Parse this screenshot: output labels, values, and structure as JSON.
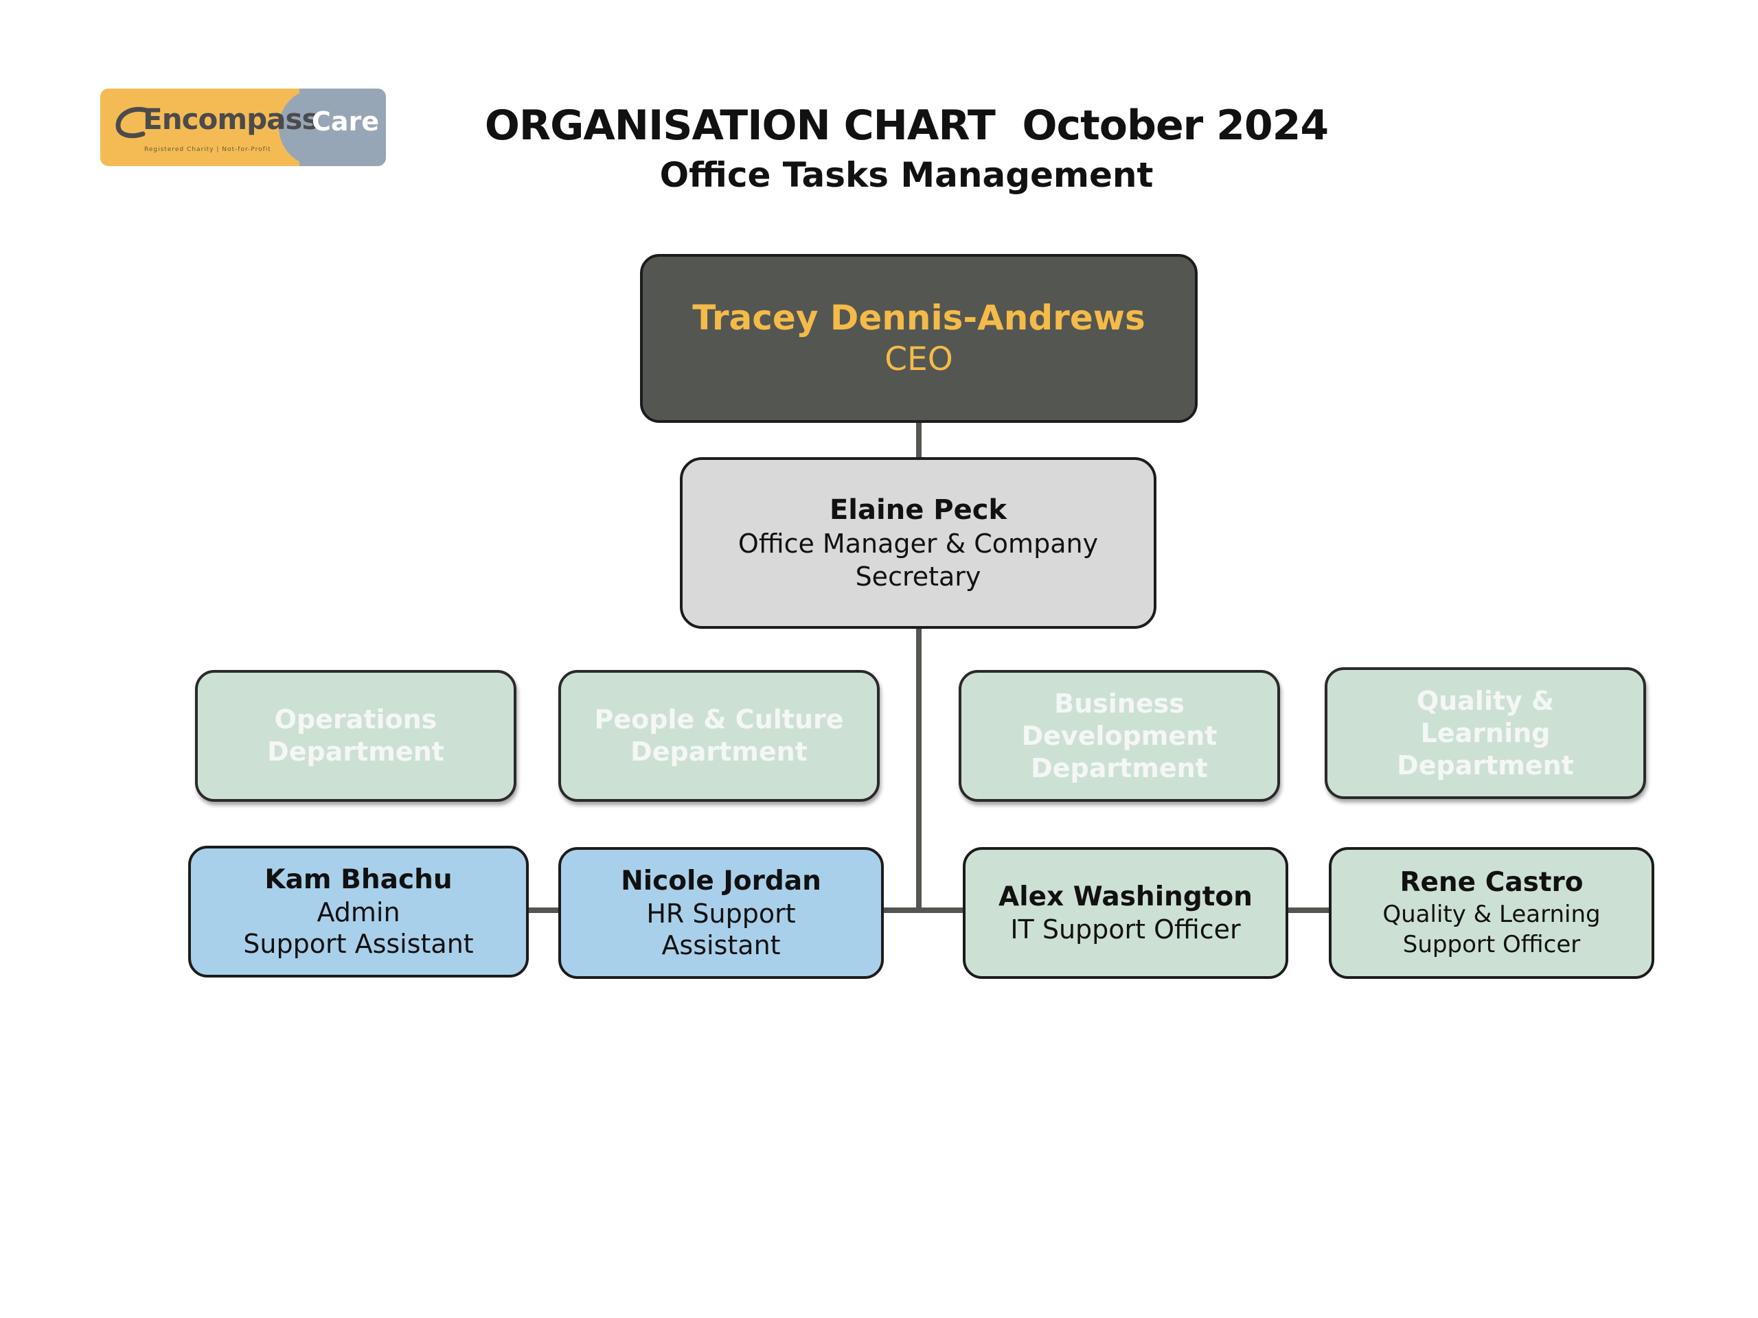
{
  "logo": {
    "brand": "Encompass",
    "sub": "Care",
    "tagline": "Registered Charity  |  Not-for-Profit"
  },
  "header": {
    "title": "ORGANISATION CHART  October 2024",
    "subtitle": "Office Tasks Management"
  },
  "ceo": {
    "name": "Tracey Dennis-Andrews",
    "role": "CEO"
  },
  "manager": {
    "name": "Elaine Peck",
    "role_line1": "Office Manager & Company",
    "role_line2": "Secretary"
  },
  "departments": [
    {
      "lines": [
        "Operations",
        "Department"
      ]
    },
    {
      "lines": [
        "People & Culture",
        "Department"
      ]
    },
    {
      "lines": [
        "Business",
        "Development",
        "Department"
      ]
    },
    {
      "lines": [
        "Quality &",
        "Learning",
        "Department"
      ]
    }
  ],
  "staff": [
    {
      "name": "Kam Bhachu",
      "role_lines": [
        "Admin",
        "Support Assistant"
      ]
    },
    {
      "name": "Nicole Jordan",
      "role_lines": [
        "HR Support",
        "Assistant"
      ]
    },
    {
      "name": "Alex Washington",
      "role_lines": [
        "IT Support Officer"
      ]
    },
    {
      "name": "Rene Castro",
      "role_lines": [
        "Quality & Learning",
        "Support Officer"
      ]
    }
  ],
  "colors": {
    "ceo_fill": "#545652",
    "ceo_text": "#f4bb49",
    "manager_fill": "#d9d9d9",
    "department_fill": "#cce1d4",
    "admin_hr_fill": "#a9d0ea",
    "it_quality_fill": "#cce1d4",
    "connector": "#545652",
    "logo_orange": "#f4bb55",
    "logo_grey": "#97a6b6"
  }
}
